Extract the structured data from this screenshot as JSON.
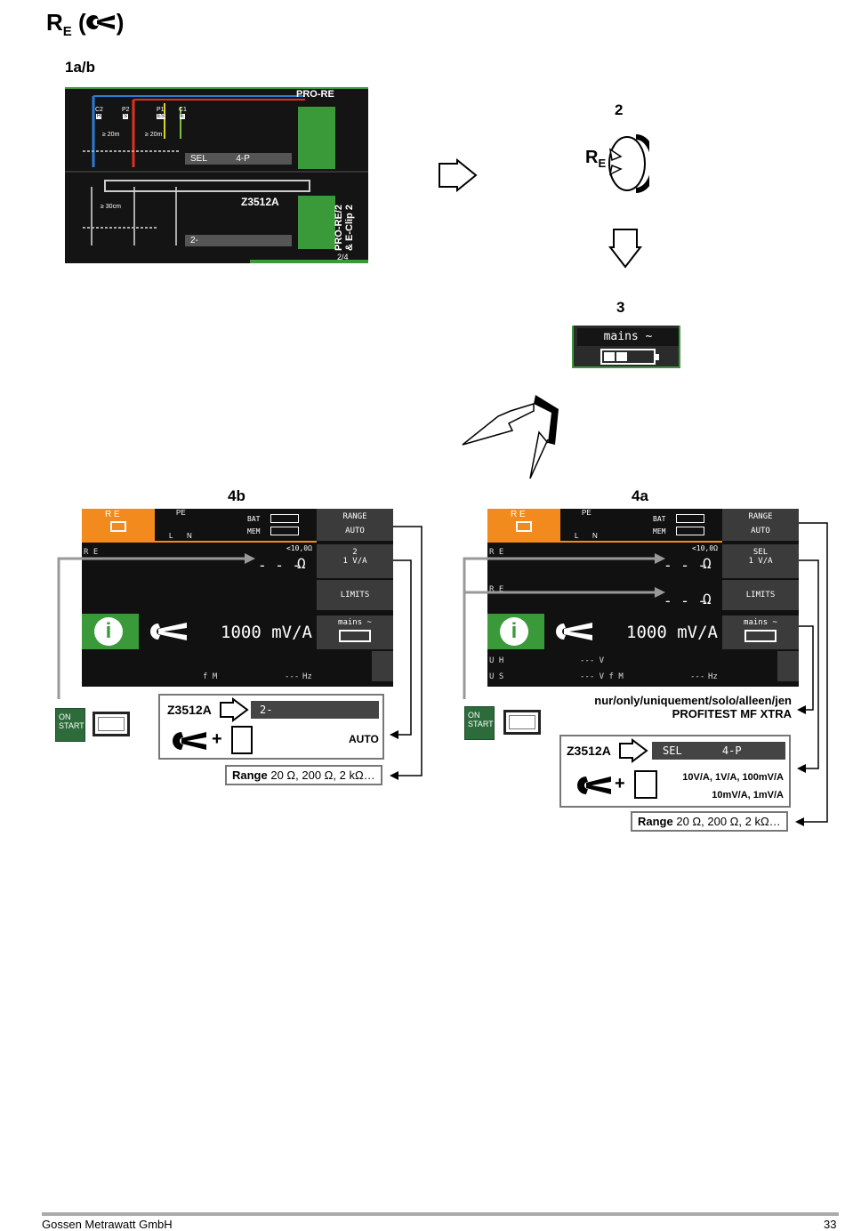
{
  "title": {
    "main": "R",
    "sub": "E",
    "paren_open": "(",
    "paren_close": ")"
  },
  "steps": {
    "s1": "1a/b",
    "s2": "2",
    "s3": "3",
    "s4b": "4b",
    "s4a": "4a"
  },
  "wiring": {
    "probe_label": "PRO-RE",
    "terminals": [
      "C2",
      "P2",
      "P1",
      "C1"
    ],
    "terminal_letters": [
      "H",
      "S",
      "ES",
      "E"
    ],
    "dist1": "≥ 20m",
    "dist2": "≥ 20m",
    "dist3": "≥ 30cm",
    "sel_label": "SEL",
    "mode_label": "4-P",
    "clamp_model": "Z3512A",
    "clip_label": "PRO-RE/2 & E-Clip 2",
    "bar2_left": "2-",
    "page": "2/4"
  },
  "rotary": {
    "main": "R",
    "sub": "E"
  },
  "mains_box": {
    "label": "mains ~"
  },
  "screen_common": {
    "re_label": "R E",
    "pe_label": "PE",
    "l_label": "L",
    "n_label": "N",
    "bat": "BAT",
    "mem": "MEM",
    "range": "RANGE",
    "auto": "AUTO",
    "limits": "LIMITS",
    "mains": "mains ~",
    "limit_value": "<10,0Ω",
    "dashes": "- - -",
    "ohm": "Ω",
    "mv": "1000 mV/A",
    "info_i": "i",
    "fm": "f M",
    "hz_dash": "---",
    "hz": "Hz"
  },
  "screen_b": {
    "sk2_line1": "2",
    "sk2_line2": "1 V/A"
  },
  "screen_a": {
    "sk2_line1": "SEL",
    "sk2_line2": "1 V/A",
    "uh": "U H",
    "us": "U S",
    "v_dash": "--- V",
    "vfm": "--- V f M"
  },
  "box_b": {
    "model": "Z3512A",
    "bar_left": "2-",
    "plus": "+",
    "auto": "AUTO"
  },
  "range_b": {
    "label": "Range",
    "values": "20 Ω, 200 Ω, 2 kΩ…"
  },
  "note_a": {
    "line1": "nur/only/uniquement/solo/alleen/jen",
    "line2": "PROFITEST MF XTRA"
  },
  "box_a": {
    "model": "Z3512A",
    "sel": "SEL",
    "mode": "4-P",
    "plus": "+",
    "ratios1": "10V/A, 1V/A, 100mV/A",
    "ratios2": "10mV/A, 1mV/A"
  },
  "range_a": {
    "label": "Range",
    "values": "20 Ω, 200 Ω, 2 kΩ…"
  },
  "onstart": {
    "on": "ON",
    "start": "START"
  },
  "footer": {
    "company": "Gossen Metrawatt GmbH",
    "page": "33"
  }
}
